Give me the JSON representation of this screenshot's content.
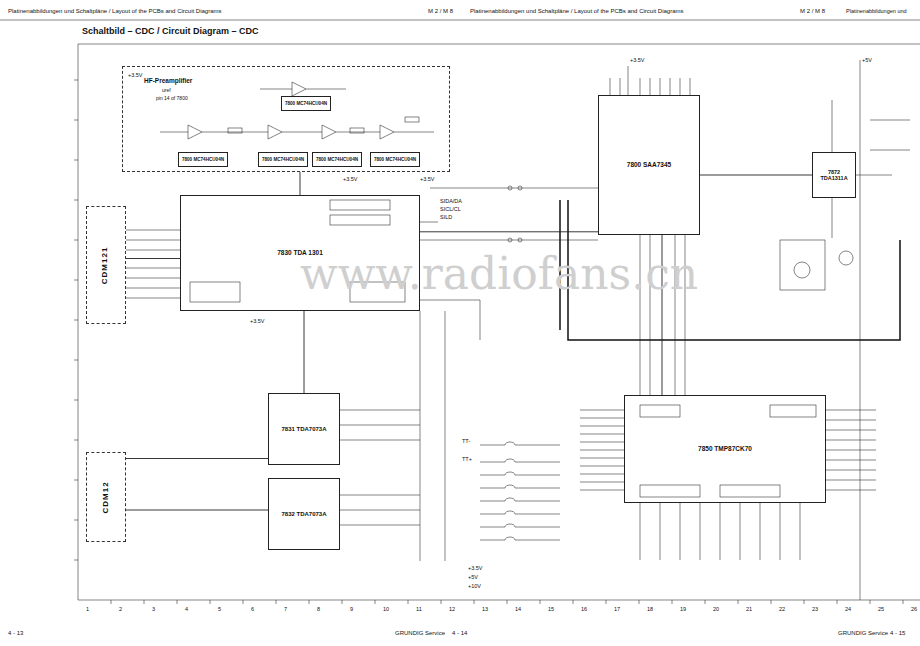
{
  "diagram": {
    "title": "Schaltbild – CDC / Circuit Diagram – CDC",
    "nodes": [
      {
        "text": [
          "HF-Preamplifier"
        ]
      },
      {
        "text": [
          "7800 MC74HCU04N"
        ],
        "in": 0
      },
      {
        "text": [
          "7800 MC74HCU04N"
        ],
        "in": 0
      },
      {
        "text": [
          "7800 MC74HCU04N"
        ],
        "in": 0
      },
      {
        "text": [
          "7800 MC74HCU04N"
        ],
        "in": 0
      },
      {
        "text": [
          "7800 MC74HCU04N"
        ],
        "in": 0
      },
      {
        "text": [
          "CDM121"
        ]
      },
      {
        "text": [
          "7830 TDA 1301"
        ]
      },
      {
        "text": [
          "7800 SAA7345"
        ]
      },
      {
        "text": [
          "7872 TDA1311A"
        ]
      },
      {
        "text": [
          "7831 TDA7073A"
        ]
      },
      {
        "text": [
          "7832 TDA7073A"
        ]
      },
      {
        "text": [
          "CDM12"
        ]
      },
      {
        "text": [
          "7850 TMP87CK70"
        ]
      }
    ],
    "edges": [
      {
        "from": 0,
        "to": 7,
        "arrow": "none"
      },
      {
        "from": 6,
        "to": 7,
        "arrow": "none"
      },
      {
        "from": 7,
        "to": 8,
        "arrow": "none"
      },
      {
        "from": 8,
        "to": 9,
        "arrow": "none"
      },
      {
        "from": 8,
        "to": 13,
        "arrow": "none"
      },
      {
        "from": 7,
        "to": 10,
        "arrow": "none"
      },
      {
        "from": 10,
        "to": 12,
        "arrow": "none"
      },
      {
        "from": 11,
        "to": 12,
        "arrow": "none"
      }
    ],
    "labels": [
      "Platinenabbildungen und Schaltpläne / Layout of the PCBs and Circuit Diagrams",
      "M 2 / M 8",
      "Platinenabbildungen und Schaltpläne / Layout of the PCBs and Circuit Diagrams",
      "M 2 / M 8",
      "Platinenabbildungen und",
      "4 - 13",
      "GRUNDIG Service",
      "4 - 14",
      "GRUNDIG Service",
      "4 - 15",
      "www.radiofans.cn",
      "+3.5V",
      "+3.5V",
      "+3.5V",
      "+3.5V",
      "+5V",
      "+3.5V",
      "SIDA/DA",
      "SICL/CL",
      "SILD",
      "TT-",
      "TT+",
      "+3.5V",
      "+5V",
      "+10V",
      "uref",
      "pin 14 of 7800",
      "1",
      "2",
      "3",
      "4",
      "5",
      "6",
      "7",
      "8",
      "9",
      "10",
      "11",
      "12",
      "13",
      "14",
      "15",
      "16",
      "17",
      "18",
      "19",
      "20",
      "21",
      "22",
      "23",
      "24",
      "25",
      "26"
    ]
  }
}
